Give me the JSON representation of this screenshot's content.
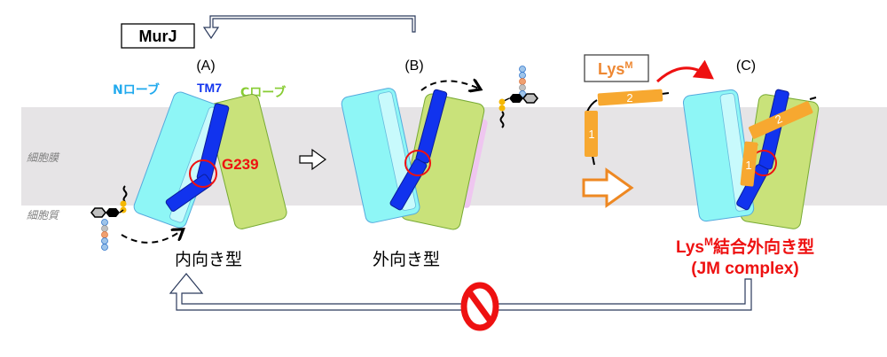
{
  "title_box": "MurJ",
  "membrane": {
    "label_membrane": "細胞膜",
    "label_cytoplasm": "細胞質",
    "membrane_color": "#e6e4e6"
  },
  "legend_labels": {
    "n_lobe": "Nローブ",
    "tm7": "TM7",
    "c_lobe": "Cローブ",
    "residue": "G239"
  },
  "states": [
    {
      "tag": "(A)",
      "caption": "内向き型",
      "caption_color": "#000000"
    },
    {
      "tag": "(B)",
      "caption": "外向き型",
      "caption_color": "#000000"
    },
    {
      "tag": "(C)",
      "caption_line1_main": "Lys",
      "caption_line1_sup": "M",
      "caption_line1_rest": "結合外向き型",
      "caption_line2": "(JM complex)",
      "caption_color": "#ee1111"
    }
  ],
  "lysm": {
    "box_main": "Lys",
    "box_sup": "M",
    "helix1": "1",
    "helix2": "2",
    "color": "#f7a830"
  },
  "colors": {
    "n_lobe": "#8ef6f6",
    "n_lobe_inner": "#c8fafc",
    "c_lobe": "#c9e27a",
    "tm7": "#1133ee",
    "pink": "#efc6f0",
    "red": "#ee1111",
    "arrow_outline": "#2b3a5c",
    "lysm_arrow": "#ee8822"
  },
  "prohibited_icon": "no-entry-icon"
}
